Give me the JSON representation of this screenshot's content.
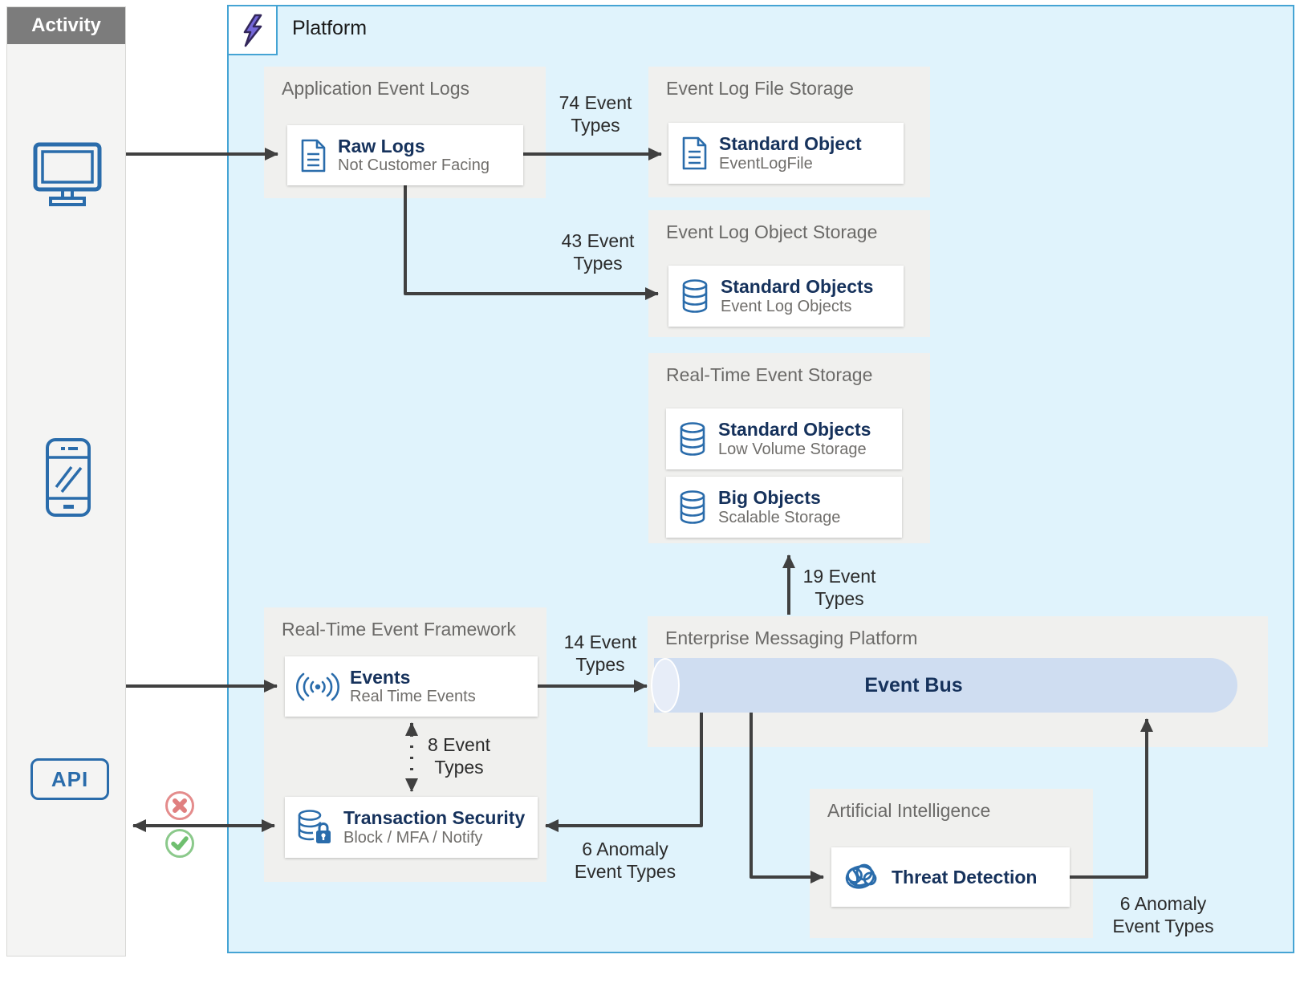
{
  "sidebar": {
    "title": "Activity",
    "api_label": "API"
  },
  "platform": {
    "title": "Platform"
  },
  "groups": {
    "application_event_logs": {
      "title": "Application Event Logs",
      "card": {
        "title": "Raw Logs",
        "subtitle": "Not Customer Facing"
      }
    },
    "event_log_file_storage": {
      "title": "Event Log File Storage",
      "card": {
        "title": "Standard Object",
        "subtitle": "EventLogFile"
      }
    },
    "event_log_object_storage": {
      "title": "Event Log Object Storage",
      "card": {
        "title": "Standard Objects",
        "subtitle": "Event Log Objects"
      }
    },
    "real_time_event_storage": {
      "title": "Real-Time Event Storage",
      "cards": [
        {
          "title": "Standard Objects",
          "subtitle": "Low Volume Storage"
        },
        {
          "title": "Big Objects",
          "subtitle": "Scalable Storage"
        }
      ]
    },
    "real_time_event_framework": {
      "title": "Real-Time Event Framework",
      "events_card": {
        "title": "Events",
        "subtitle": "Real Time Events"
      },
      "security_card": {
        "title": "Transaction Security",
        "subtitle": "Block / MFA / Notify"
      }
    },
    "enterprise_messaging_platform": {
      "title": "Enterprise Messaging Platform",
      "bus_label": "Event Bus"
    },
    "artificial_intelligence": {
      "title": "Artificial Intelligence",
      "card": {
        "title": "Threat Detection"
      }
    }
  },
  "flow_labels": {
    "raw_to_file": "74 Event Types",
    "raw_to_object": "43 Event Types",
    "bus_to_storage": "19 Event Types",
    "events_to_bus": "14 Event Types",
    "events_security": "8 Event Types",
    "bus_to_security": "6 Anomaly Event Types",
    "threat_to_bus": "6 Anomaly Event Types"
  },
  "icons": {
    "platform": "lightning-bolt-icon",
    "activity_sources": [
      "desktop-monitor-icon",
      "mobile-phone-icon"
    ],
    "raw_logs": "document-icon",
    "standard_object": "document-icon",
    "standard_objects": "database-icon",
    "big_objects": "database-icon",
    "events": "broadcast-signal-icon",
    "transaction_security": "database-lock-icon",
    "threat_detection": "einstein-scribble-icon",
    "blocked": "red-x-circle-icon",
    "allowed": "green-check-circle-icon"
  },
  "colors": {
    "accent_blue": "#2a6cab",
    "navy_title": "#16325c",
    "platform_border": "#45a4d4",
    "platform_bg": "#e0f3fc",
    "group_bg": "#f0f0ee",
    "arrow": "#404040",
    "bolt_purple": "#7568d9",
    "error_red": "#df8080",
    "success_green": "#7cc47c",
    "bus_fill": "#cfddf1"
  }
}
